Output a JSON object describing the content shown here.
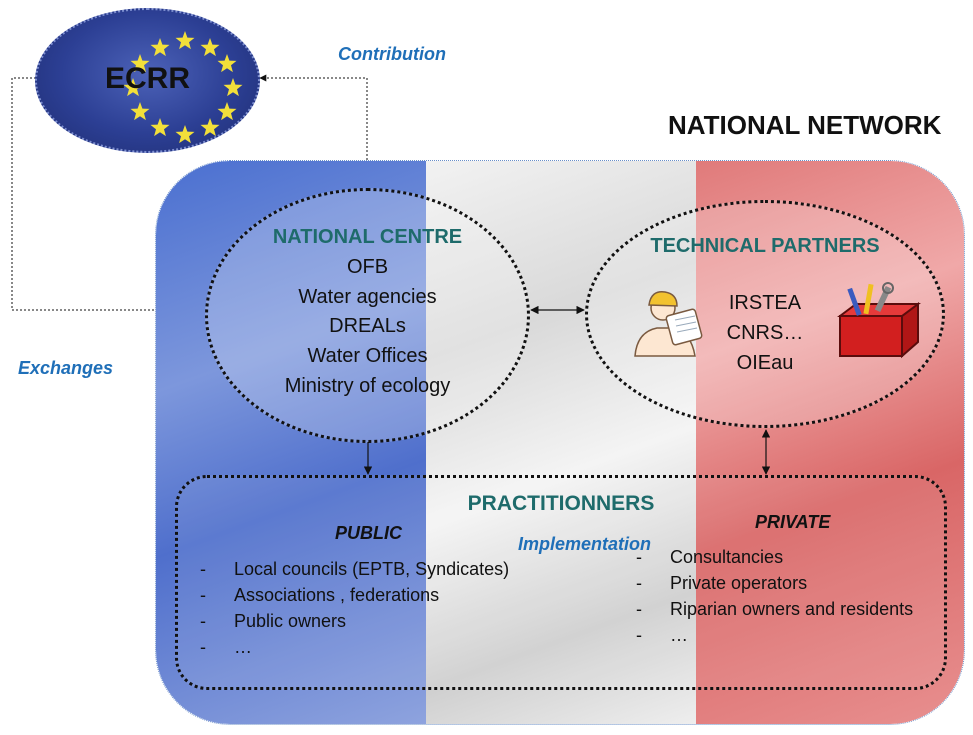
{
  "ecrr": {
    "label": "ECRR"
  },
  "national_network": {
    "title": "NATIONAL NETWORK"
  },
  "labels": {
    "contribution": "Contribution",
    "exchanges": "Exchanges",
    "implementation": "Implementation"
  },
  "national_centre": {
    "title": "NATIONAL CENTRE",
    "members": [
      "OFB",
      "Water agencies",
      "DREALs",
      "Water Offices",
      "Ministry of ecology"
    ]
  },
  "technical_partners": {
    "title": "TECHNICAL PARTNERS",
    "members": [
      "IRSTEA",
      "CNRS…",
      "OIEau"
    ]
  },
  "practitioners": {
    "title": "PRACTITIONNERS",
    "public": {
      "title": "PUBLIC",
      "items": [
        "Local councils (EPTB, Syndicates)",
        "Associations , federations",
        "Public owners",
        "…"
      ]
    },
    "private": {
      "title": "PRIVATE",
      "items": [
        "Consultancies",
        "Private operators",
        "Riparian owners and residents",
        "…"
      ]
    }
  },
  "list_marker": "-",
  "colors": {
    "heading_teal": "#1e6b6b",
    "label_blue": "#1f6fb8",
    "flag_blue": "#4a6fd0",
    "flag_red": "#e07a7a"
  }
}
